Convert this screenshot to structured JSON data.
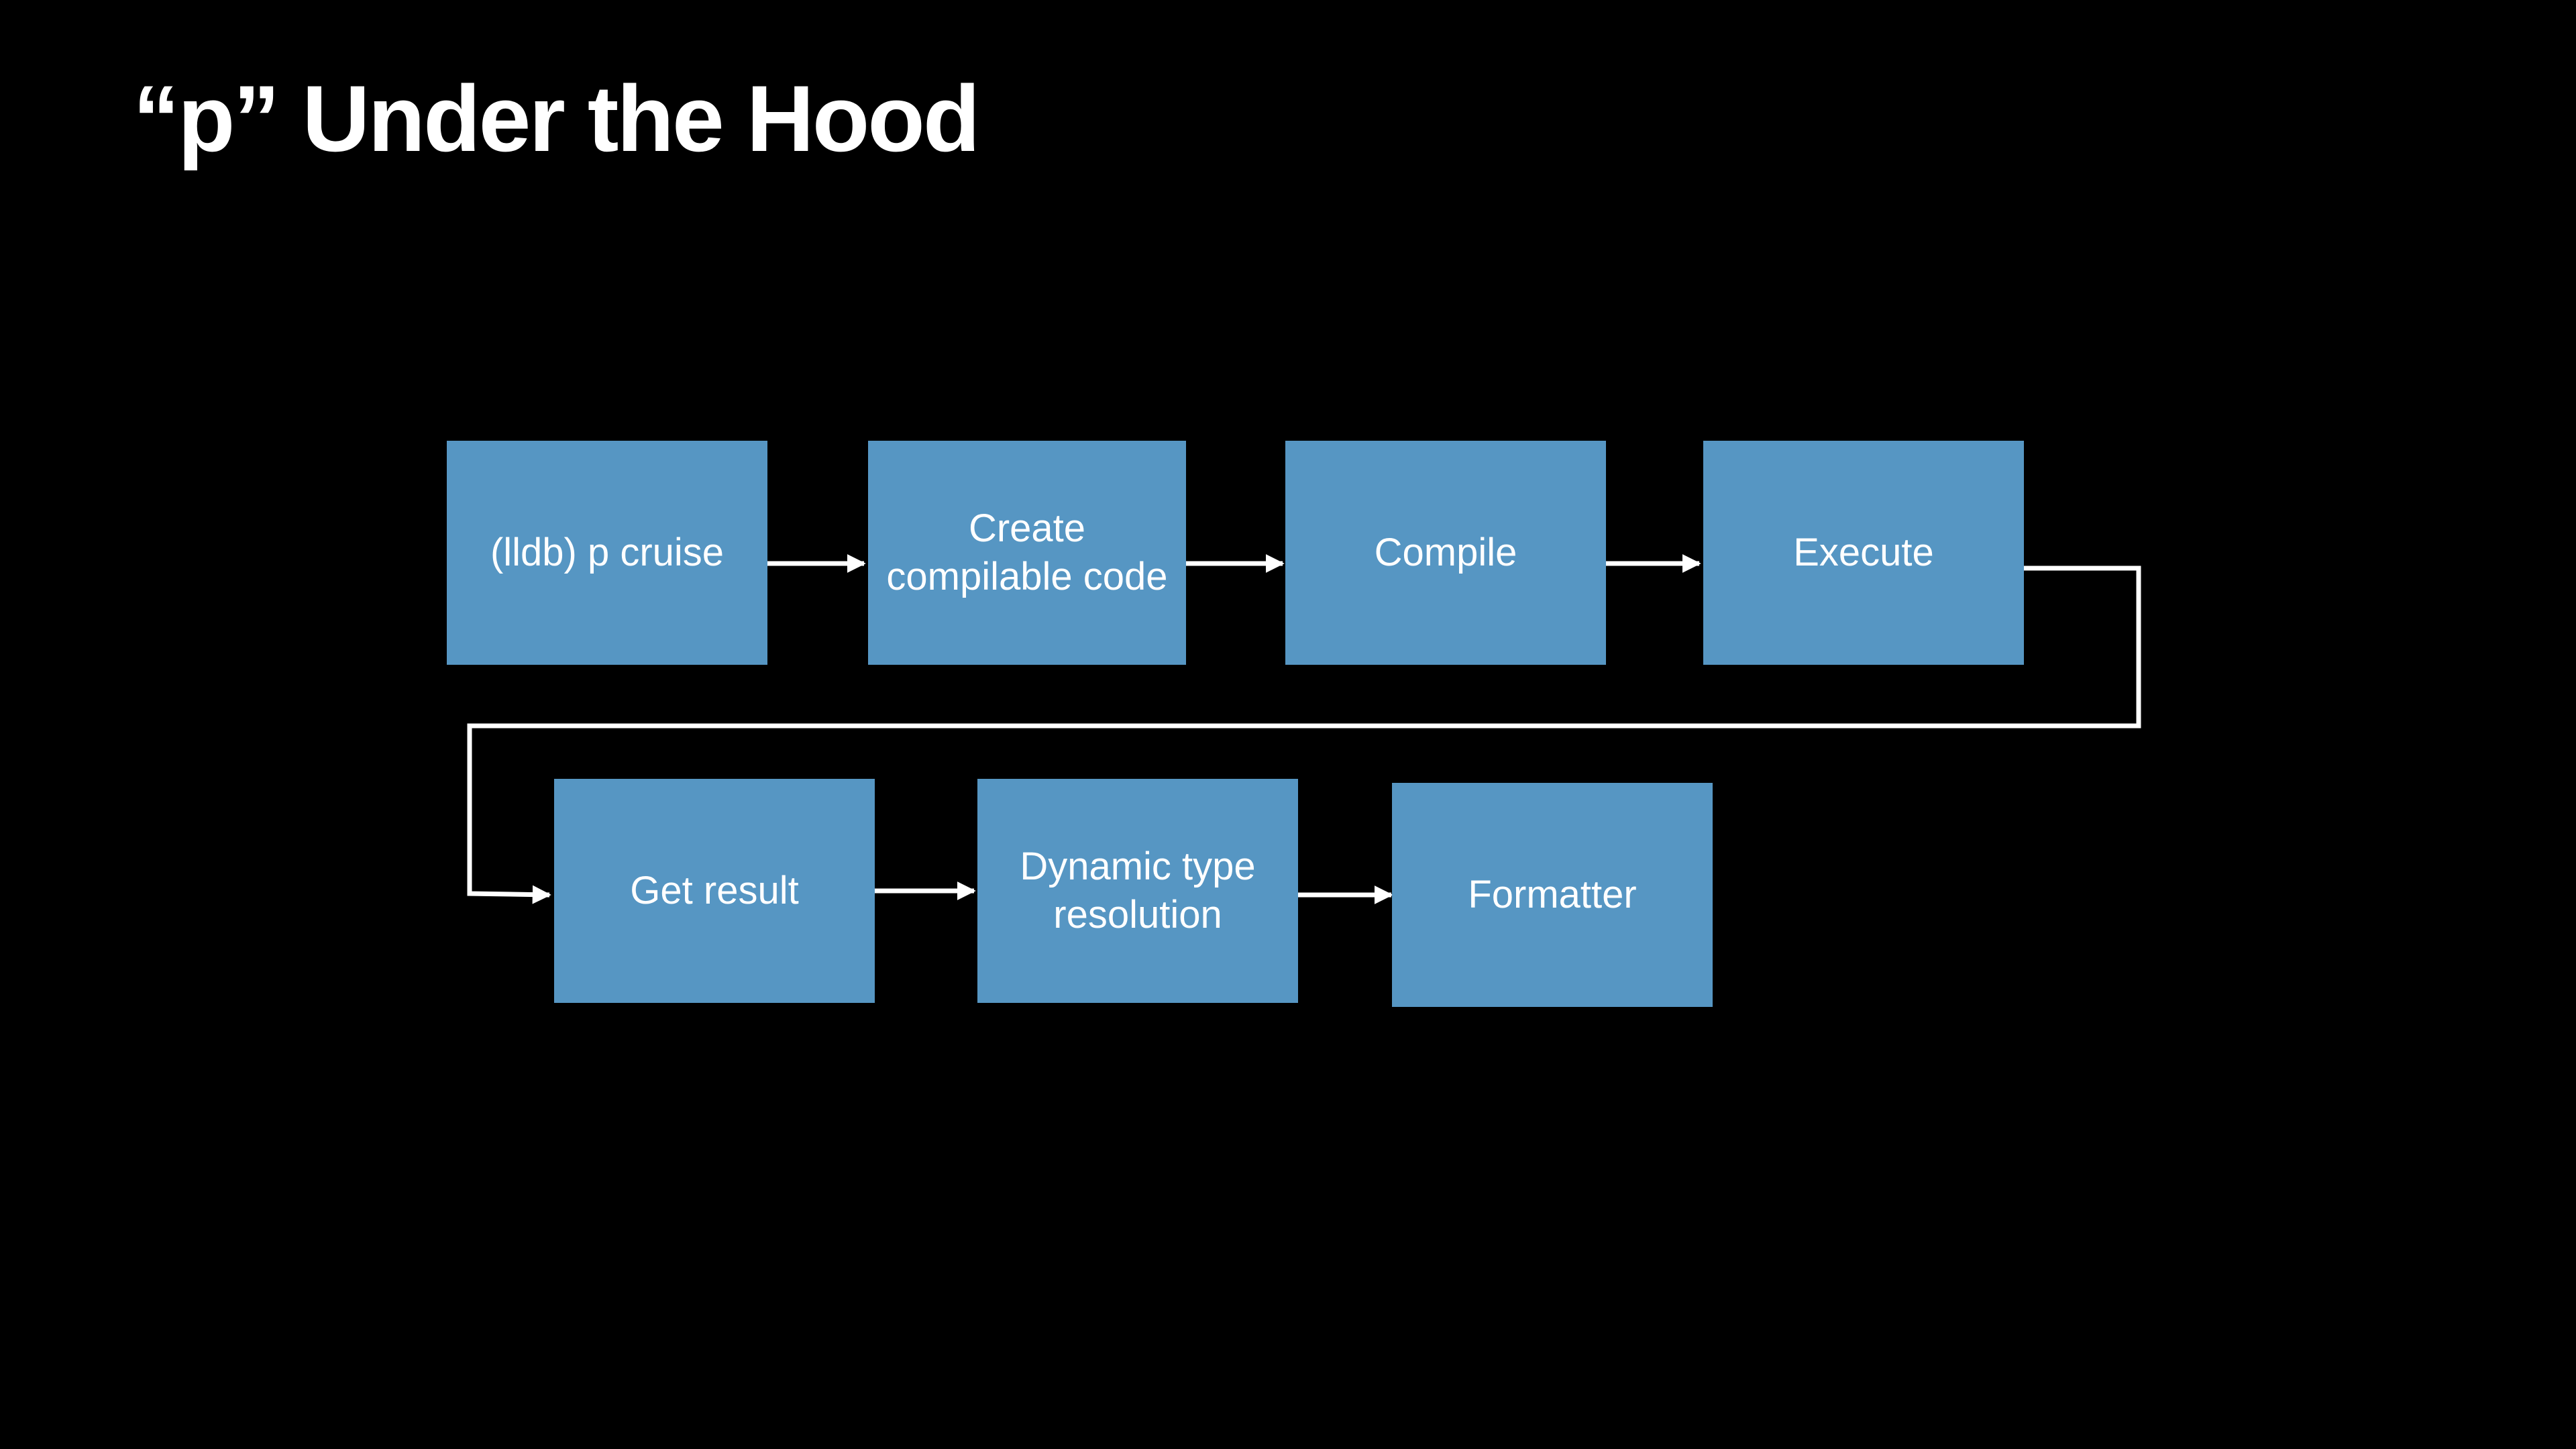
{
  "slide": {
    "title": "“p” Under the Hood",
    "background_color": "#000000",
    "box_color": "#5696c3",
    "text_color": "#ffffff",
    "connector_color": "#ffffff"
  },
  "diagram": {
    "type": "flowchart",
    "steps": [
      {
        "id": "lldb-command",
        "label": "(lldb) p cruise"
      },
      {
        "id": "create-code",
        "label": "Create\ncompilable code"
      },
      {
        "id": "compile",
        "label": "Compile"
      },
      {
        "id": "execute",
        "label": "Execute"
      },
      {
        "id": "get-result",
        "label": "Get result"
      },
      {
        "id": "dynamic-type",
        "label": "Dynamic type\nresolution"
      },
      {
        "id": "formatter",
        "label": "Formatter"
      }
    ],
    "edges": [
      {
        "from": "lldb-command",
        "to": "create-code"
      },
      {
        "from": "create-code",
        "to": "compile"
      },
      {
        "from": "compile",
        "to": "execute"
      },
      {
        "from": "execute",
        "to": "get-result"
      },
      {
        "from": "get-result",
        "to": "dynamic-type"
      },
      {
        "from": "dynamic-type",
        "to": "formatter"
      }
    ]
  }
}
